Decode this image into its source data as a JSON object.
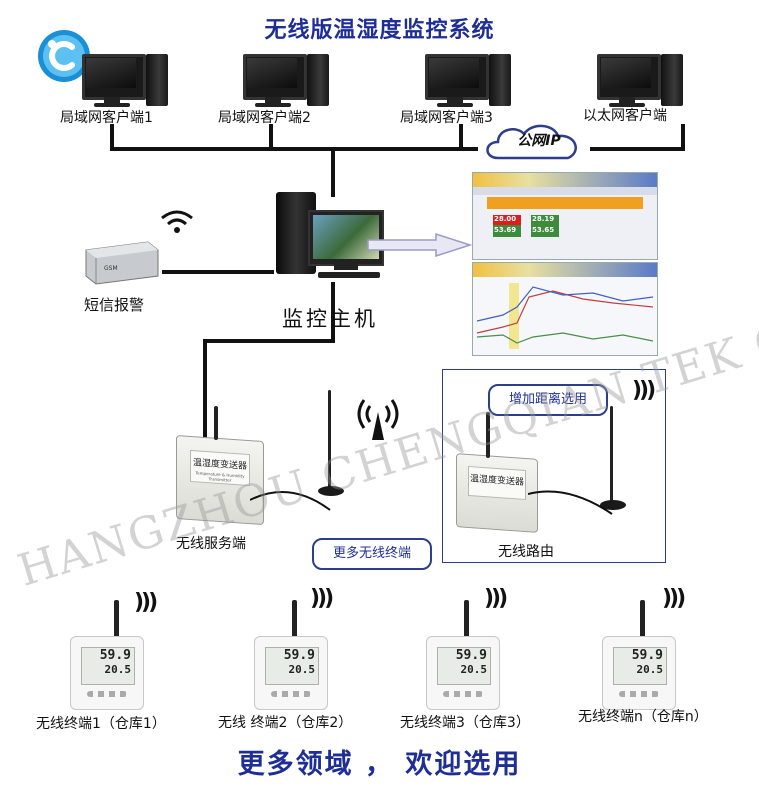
{
  "title": "无线版温湿度监控系统",
  "bottom_title": "更多领域 ， 欢迎选用",
  "clients": [
    {
      "label": "局域网客户端1"
    },
    {
      "label": "局域网客户端2"
    },
    {
      "label": "局域网客户端3"
    },
    {
      "label": "以太网客户端"
    }
  ],
  "cloud_label": "公网IP",
  "sms_alarm": "短信报警",
  "host": "监控主机",
  "server": "无线服务端",
  "router": "无线路由",
  "router_bubble": "增加距离选用",
  "more_terminals_bubble": "更多无线终端",
  "device_label": "温湿度变送器",
  "device_sublabel": "Temperature & Humidity Transmitter",
  "screenshot_values": {
    "temp1": "28.00",
    "hum1": "53.69",
    "temp2": "28.19",
    "hum2": "53.65"
  },
  "terminals": [
    {
      "label": "无线终端1（仓库1）",
      "lcd_top": "59.9",
      "lcd_bottom": "20.5"
    },
    {
      "label": "无线 终端2（仓库2）",
      "lcd_top": "59.9",
      "lcd_bottom": "20.5"
    },
    {
      "label": "无线终端3（仓库3）",
      "lcd_top": "59.9",
      "lcd_bottom": "20.5"
    },
    {
      "label": "无线终端n（仓库n）",
      "lcd_top": "59.9",
      "lcd_bottom": "20.5"
    }
  ],
  "watermark": "HANGZHOU CHENGQIAN TEK CO., LTD",
  "colors": {
    "title": "#1f2e96",
    "bubble_border": "#2d3e8c",
    "logo": "#1a8fd6"
  }
}
